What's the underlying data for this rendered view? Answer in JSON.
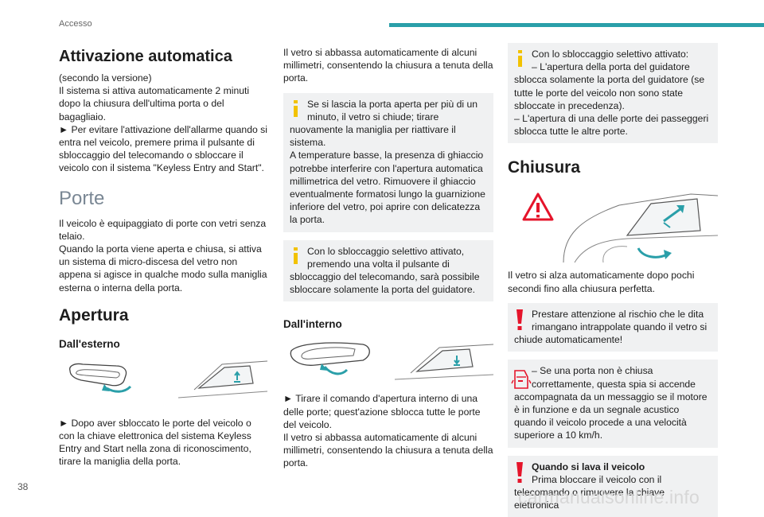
{
  "header": {
    "section_label": "Accesso"
  },
  "page_number": "38",
  "watermark": "carmanualsonline.info",
  "col1": {
    "title_auto": "Attivazione automatica",
    "auto_para1": "(secondo la versione)",
    "auto_para2": "Il sistema si attiva automaticamente 2 minuti dopo la chiusura dell'ultima porta o del bagagliaio.",
    "auto_para3": "► Per evitare l'attivazione dell'allarme quando si entra nel veicolo, premere prima il pulsante di sbloccaggio del telecomando o sbloccare il veicolo con il sistema \"Keyless Entry and Start\".",
    "title_porte": "Porte",
    "porte_para1": "Il veicolo è equipaggiato di porte con vetri senza telaio.",
    "porte_para2": "Quando la porta viene aperta e chiusa, si attiva un sistema di micro-discesa del vetro non appena si agisce in qualche modo sulla maniglia esterna o interna della porta.",
    "title_apertura": "Apertura",
    "sub_esterno": "Dall'esterno",
    "esterno_para": "► Dopo aver sbloccato le porte del veicolo o con la chiave elettronica del sistema Keyless Entry and Start nella zona di riconoscimento, tirare la maniglia della porta."
  },
  "col2": {
    "para_top": "Il vetro si abbassa automaticamente di alcuni millimetri, consentendo la chiusura a tenuta della porta.",
    "info1_first": "Se si lascia la porta aperta per più di un",
    "info1_indent": "minuto, il vetro si chiude; tirare",
    "info1_rest": "nuovamente la maniglia per riattivare il sistema.",
    "info1_rest2": "A temperature basse, la presenza di ghiaccio potrebbe interferire con l'apertura automatica millimetrica del vetro. Rimuovere il ghiaccio eventualmente formatosi lungo la guarnizione inferiore del vetro, poi aprire con delicatezza la porta.",
    "info2_first": "Con lo sbloccaggio selettivo attivato,",
    "info2_indent": "premendo una volta il pulsante di",
    "info2_rest": "sbloccaggio del telecomando, sarà possibile sbloccare solamente la porta del guidatore.",
    "sub_interno": "Dall'interno",
    "interno_para1": "► Tirare il comando d'apertura interno di una delle porte; quest'azione sblocca tutte le porte del veicolo.",
    "interno_para2": "Il vetro si abbassa automaticamente di alcuni millimetri, consentendo la chiusura a tenuta della porta."
  },
  "col3": {
    "info3_first": "Con lo sbloccaggio selettivo attivato:",
    "info3_indent": "– L'apertura della porta del guidatore",
    "info3_rest": "sblocca solamente la porta del guidatore (se tutte le porte del veicolo non sono state sbloccate in precedenza).",
    "info3_rest2": "– L'apertura di una delle porte dei passeggeri sblocca tutte le altre porte.",
    "title_chiusura": "Chiusura",
    "chiusura_para": "Il vetro si alza automaticamente dopo pochi secondi fino alla chiusura perfetta.",
    "warn1_first": "Prestare attenzione al rischio che le dita",
    "warn1_indent": "rimangano intrappolate quando il vetro si",
    "warn1_rest": "chiude automaticamente!",
    "alarm_first": "– Se una porta non è chiusa",
    "alarm_indent": "correttamente, questa spia si accende",
    "alarm_rest": "accompagnata da un messaggio se il motore è in funzione e da un segnale acustico quando il veicolo procede a una velocità superiore a 10 km/h.",
    "warn2_title": "Quando si lava il veicolo",
    "warn2_indent": "Prima bloccare il veicolo con il",
    "warn2_rest": "telecomando o rimuovere la chiave elettronica"
  },
  "colors": {
    "accent": "#2a9fa9",
    "info_yellow": "#f2c200",
    "warn_red": "#e5142a",
    "box_bg": "#f0f1f2"
  }
}
